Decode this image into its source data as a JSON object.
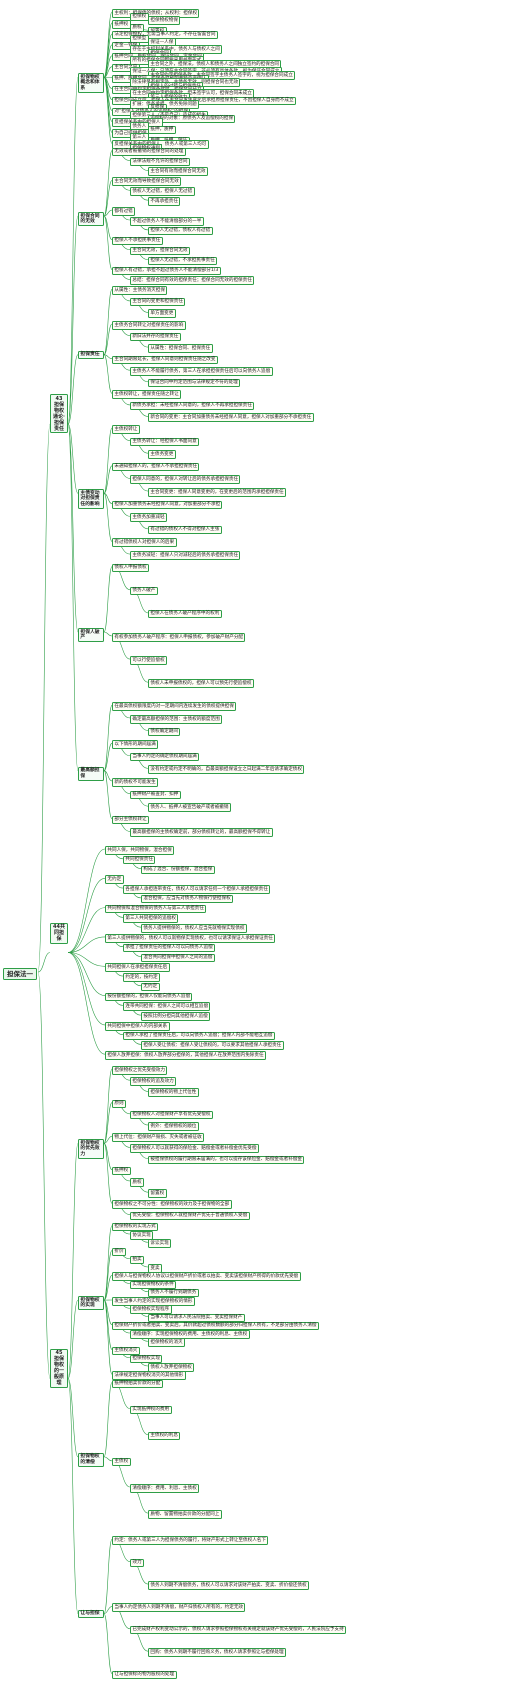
{
  "diagram": {
    "root": "担保法一",
    "sections": [
      {
        "label": "43 担保物权通论·担保责任",
        "children": [
          {
            "label": "担保物权概念和体系",
            "items": [
              "主权利：担保债的债权；从权利：担保权",
              "担保权",
              "担保物权物保",
              "抵押权",
              "质权",
              "留置权",
              "法定担保物权，无需当事人约定，不存在留置合同",
              "担保型",
              "保证—人保",
              "定金—钱保",
              "存在于主权利关系中，债务人与债权人之间",
              "担保合同",
              "抵押合同，质权合同，保证合同，定金合同",
              "所有的担保合同都要采用书面形式",
              "主合同之外，担保法，债权人和债务人之间独立签约的担保合同",
              "主合同之内",
              "保证一人保：只须在主合同签字，非必须有具体条款，视为保证合同成立",
              "主合同约定担保条款，主合同签字主债务人签字的，视为担保合同成立",
              "抵押、质押合同，担保条款载明并经签字确认",
              "除法律另有规定外，主债务无效，则担保合同也无效",
              "担保人的过错与担保责任",
              "在主合同中约定担保条款时，担保合同成立",
              "在主合同中约定担保条款，但未签字认可，担保合同未成立",
              "第三人担保的效力",
              "担保合同成立后，担保人在主合同发生变化后承担原担保责任，不因担保人自身而不成立",
              "扩展：债务承担，债务免除问题",
              "反担保",
              "对“担保人对债务人的追偿权”的担保",
              "担保第三人（不是自己）造成的损失",
              "追偿权的对象：原债务人及追偿权的担保",
              "反担保关系中的担保人",
              "债务人",
              "抵押，质押",
              "为自己提供担保",
              "第三人",
              "质押，抵押，保证",
              "反担保关系中的担保人，债务人或第三人均可",
              "担保物权通则"
            ]
          },
          {
            "label": "担保合同的无效",
            "items": [
              "无效或者被撤销的担保合同的处理",
              "法律法规不允许的担保合同",
              "主合同有效而担保合同无效",
              "主合同无效而导致担保合同无效",
              "债权人无过错，担保人无过错",
              "不再承担责任",
              "都有过错",
              "不超过债务人不能清偿部分的一半",
              "担保人无过错，债权人有过错",
              "担保人不承担民事责任",
              "主合同无效，担保合同无效",
              "担保人无过错，不承担民事责任",
              "担保人有过错，承担不超过债务人不能清偿部分1/3",
              "总结：担保合同有效的担保责任；担保合同无效的担保责任"
            ]
          },
          {
            "label": "担保责任",
            "items": [
              "从属性：主债务消灭担保",
              "主合同的变更和担保责任",
              "单方面变更",
              "主债务合同转让对担保责任的影响",
              "新旧法并存的担保责任",
              "从属性：担保合同、担保责任",
              "主合同期限延长，担保人同意则担保责任随之改变",
              "主债务人不能履行债务，第三人在承担担保责任后可以向债务人追偿",
              "保证合同中约定范围与法律规定不符的处理",
              "主债权转让，担保责任随之转让",
              "新债务承担：未经担保人同意的，担保人不再承担担保责任",
              "新合同的变更：主合同加重债务未经担保人同意，担保人对加重部分不承担责任"
            ]
          },
          {
            "label": "主债变动对担保责任的影响",
            "items": [
              "主债权转让",
              "主债务转让：经担保人书面同意",
              "主债务变更",
              "未通知担保人的，担保人不承担担保责任",
              "担保人同意的，担保人对转让后的债务承担担保责任",
              "主合同变更：担保人同意变更的，在变更后的范围内承担担保责任",
              "担保人加重债务未经担保人同意，对加重部分不承担",
              "主债务加重减轻",
              "有过错的债权人不得对担保人主张",
              "有过错债权人对担保人的后果",
              "主债务减轻：担保人只对减轻后的债务承担担保责任"
            ]
          },
          {
            "label": "担保人破产",
            "items": [
              "债权人申报债权",
              "债务人破产",
              "担保人在债务人破产程序中的权利",
              "有权参加债务人破产程序：担保人申报债权，参加破产财产分配",
              "可以行使追偿权",
              "债权人未申报债权的，担保人可以预先行使追偿权"
            ]
          },
          {
            "label": "最高额担保",
            "items": [
              "在最高债权额限度内对一定期间内连续发生的债权提供担保",
              "确定最高额担保的范围：主债权的额度范围",
              "债权确定期间",
              "以下情形的期间届满",
              "当事人约定的确定债权期间届满",
              "没有约定或约定不明确的，自最高额担保设立之日起满二年后请求确定债权",
              "新的债权不可能发生",
              "抵押财产被查封、扣押",
              "债务人、抵押人被宣告破产或者被撤销",
              "部分主债权转让",
              "最高额担保的主债权确定前，部分债权转让的，最高额担保不得转让"
            ]
          }
        ]
      },
      {
        "label": "44共同担保",
        "items": [
          "共同人保，共同物保，混合担保",
          "共同担保责任",
          "构成了混合、份额担保，混合担保",
          "无约定",
          "各担保人承担连带责任，债权人可以请求任何一个担保人承担担保责任",
          "混合担保，应当先对债务人物保行使担保权",
          "共同物保和混合物保的债务人与第三人承担责任",
          "第三人共同担保的追偿权",
          "债务人提供物保的，债权人应当先就物保实现债权",
          "第三人提供物保的，债权人可以就物保实现债权，也可以请求保证人承担保证责任",
          "承担了担保责任的担保人可以向债务人追偿",
          "混合共同担保中担保人之间的追偿",
          "共同担保人在承担担保责任后",
          "约定的，按约定",
          "无约定",
          "按份额担保的，担保人仅能向债务人追偿",
          "连带共同担保：担保人之间可以相互追偿",
          "按照比例分担向其他担保人追偿",
          "共同担保中担保人的内部关系",
          "担保人承担了担保责任后，可以向债务人追偿；担保人内部不能相互追偿",
          "担保人受让债权：担保人受让债权的，可以要求其他担保人承担责任",
          "担保人放弃担保：债权人放弃部分担保的，其他担保人在放弃范围内免除责任"
        ]
      },
      {
        "label": "45 担保物权的一般原理",
        "children": [
          {
            "label": "担保物权的优先效力",
            "items": [
              "担保物权之优先受偿效力",
              "担保物权的追及效力",
              "担保物权的物上代位性",
              "原则",
              "担保物权人对担保财产享有优先受偿权",
              "例外：担保物权的顺位",
              "物上代位：担保财产毁损、灭失或者被征收",
              "担保物权人可以就获得的保险金、赔偿金或者补偿金优先受偿",
              "被担保债权的履行期限未届满的，也可以提存该保险金、赔偿金或者补偿金",
              "抵押权",
              "质权",
              "留置权",
              "担保物权之不可分性：担保物权的效力及于担保物的全部",
              "优先受偿：担保物权人就担保财产优先于普通债权人受偿"
            ]
          },
          {
            "label": "担保物权的实现",
            "items": [
              "担保物权的实现方式",
              "协议实现",
              "诉讼实现",
              "折价",
              "拍卖",
              "变卖",
              "担保人与担保物权人协议以担保财产折价或者以拍卖、变卖该担保财产所得的价款优先受偿",
              "实现担保物权的条件",
              "债务人不履行到期债务",
              "发生当事人约定的实现担保物权的情形",
              "担保物权实现程序",
              "当事人可以请求人民法院拍卖、变卖担保财产",
              "担保财产折价或者拍卖、变卖后，其价款超过债权数额的部分归担保人所有，不足部分由债务人清偿",
              "清偿顺序：实现担保物权的费用、主债权的利息、主债权",
              "担保物权的消灭",
              "主债权消灭",
              "担保物权实现",
              "债权人放弃担保物权",
              "法律规定担保物权消灭的其他情形"
            ]
          },
          {
            "label": "担保物权的清偿",
            "items": [
              "抵押物拍卖价款的分配",
              "实现抵押权的费用",
              "主债权的利息",
              "主债权",
              "清偿顺序：费用、利息、主债权",
              "质物、留置物拍卖价款的分配同上"
            ]
          },
          {
            "label": "让与担保",
            "items": [
              "约定：债务人或第三人为担保债务的履行，将财产形式上转让至债权人名下",
              "效力",
              "债务人到期不清偿债务，债权人可以请求对该财产拍卖、变卖、折价偿还债权",
              "当事人约定债务人到期不清偿，财产归债权人所有的，约定无效",
              "已完成财产权利变动公示的，债权人请求参照担保物权有关规定就该财产优先受偿的，人民法院应予支持",
              "回购：债务人到期不履行回购义务，债权人请求参照让与担保处理",
              "让与担保标的物为股权的处理"
            ]
          }
        ]
      }
    ]
  }
}
